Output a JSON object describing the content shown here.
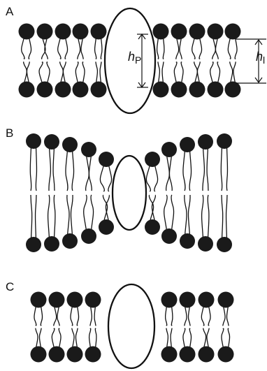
{
  "panels": [
    {
      "label": "A",
      "kind": "hydrophobic-mismatch-thin"
    },
    {
      "label": "B",
      "kind": "hydrophobic-mismatch-thick"
    },
    {
      "label": "C",
      "kind": "matched"
    }
  ],
  "dimensions": {
    "protein_symbol": "h",
    "protein_subscript": "P",
    "lipid_symbol": "h",
    "lipid_subscript": "l"
  },
  "colors": {
    "headgroup": "#1a1a1a",
    "ink": "#111111",
    "background": "#ffffff"
  }
}
